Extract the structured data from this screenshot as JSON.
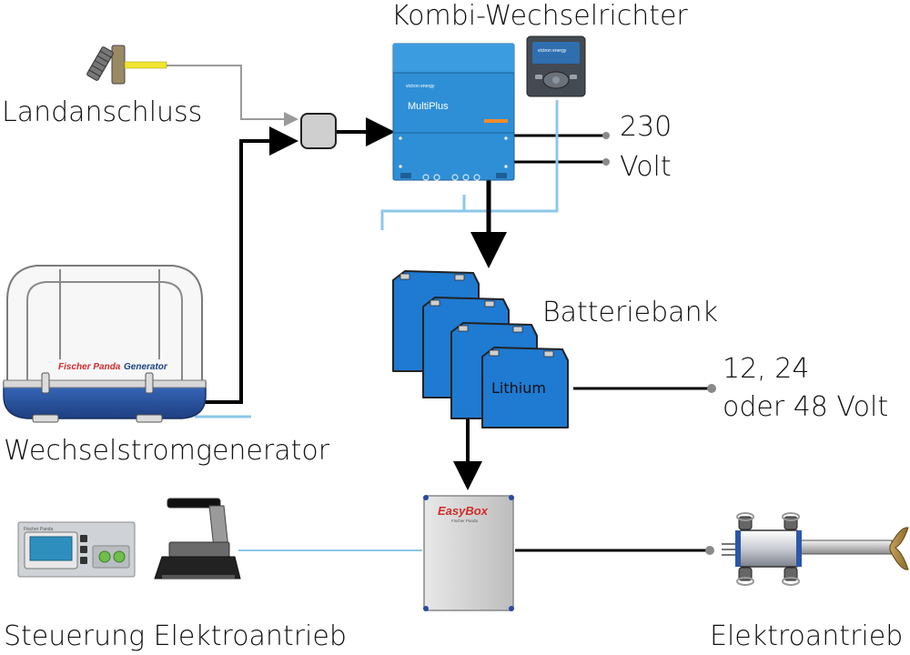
{
  "labels": {
    "inverter_title": "Kombi-Wechselrichter",
    "shore_power": "Landanschluss",
    "ac_output_value": "230",
    "ac_output_unit": "Volt",
    "battery_bank": "Batteriebank",
    "dc_output_line1": "12, 24",
    "dc_output_line2": "oder 48 Volt",
    "generator": "Wechselstromgenerator",
    "drive_control": "Steuerung Elektroantrieb",
    "electric_drive": "Elektroantrieb"
  },
  "devices": {
    "inverter_brand": "victron energy",
    "inverter_model": "MultiPlus",
    "panel_brand": "victron energy",
    "battery_label": "Lithium",
    "generator_brand": "Fischer Panda",
    "generator_model": "Generator",
    "easybox_name": "EasyBox",
    "easybox_brand": "Fischer Panda",
    "controller_brand": "Fischer Panda"
  },
  "colors": {
    "power_line": "#000000",
    "shore_line": "#9a9a9a",
    "data_line": "#8cc8ea",
    "victron_blue": "#2f8fd6",
    "battery_blue": "#1f7ad2",
    "connector_gray": "#8a8a8a",
    "hull_blue": "#2a57a8"
  }
}
